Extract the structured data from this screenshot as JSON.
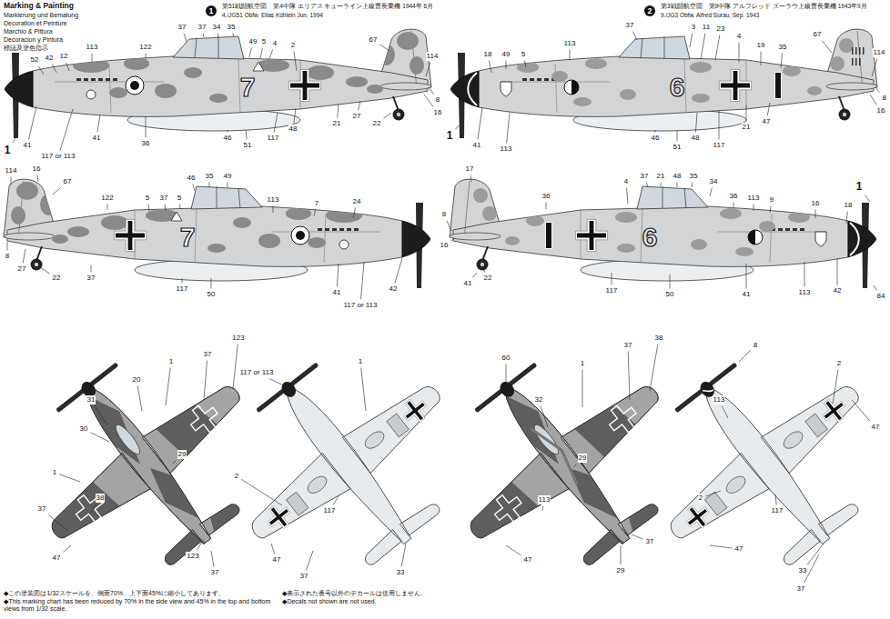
{
  "diagram": {
    "title": "Marking & Painting",
    "labels": [
      "Markierung und Bemalung",
      "Decoration et Peinture",
      "Marchio & Pittura",
      "Decoracion y Pintura",
      "標誌及塗色指示",
      "1",
      "第51戦闘航空団　第4中隊 エリアス キューライン上級曹長乗機 1944年 6月",
      "4./JG51 Obfw. Elias Kühlein Jun. 1994",
      "2",
      "第3戦闘航空団　第9中隊 アルフレッド ズーラウ上級曹長乗機 1943年9月",
      "9./JG3 Obfw. Alfred Surau, Sep. 1943",
      "◆この塗装図は1/32スケールを、側面70%、上下面45%に縮小してあります。",
      "◆This marking chart has been reduced by 70% in the side view and 45% in the top and bottom views from 1/32 scale.",
      "◆表示された番号以外のデカールは使用しません。",
      "◆Decals not shown are not used.",
      "7",
      "7",
      "6",
      "6",
      "113",
      "122",
      "37",
      "37",
      "34",
      "35",
      "49",
      "5",
      "4",
      "2",
      "67",
      "114",
      "8",
      "16",
      "1",
      "52",
      "42",
      "12",
      "41",
      "117 or 113",
      "41",
      "36",
      "46",
      "51",
      "117",
      "48",
      "21",
      "27",
      "22",
      "16",
      "67",
      "114",
      "122",
      "5",
      "37",
      "5",
      "46",
      "35",
      "49",
      "113",
      "7",
      "24",
      "8",
      "27",
      "22",
      "37",
      "117",
      "50",
      "41",
      "117 or 113",
      "42",
      "18",
      "49",
      "5",
      "113",
      "37",
      "3",
      "11",
      "23",
      "4",
      "19",
      "35",
      "67",
      "114",
      "8",
      "16",
      "1",
      "41",
      "113",
      "46",
      "51",
      "48",
      "117",
      "21",
      "47",
      "17",
      "8",
      "16",
      "36",
      "4",
      "37",
      "21",
      "48",
      "35",
      "34",
      "36",
      "113",
      "9",
      "16",
      "18",
      "1",
      "84",
      "41",
      "113",
      "42",
      "117",
      "50",
      "22",
      "41",
      "123",
      "37",
      "1",
      "20",
      "31",
      "30",
      "29",
      "1",
      "38",
      "37",
      "47",
      "123",
      "37",
      "117 or 113",
      "1",
      "2",
      "117",
      "47",
      "37",
      "33",
      "60",
      "37",
      "38",
      "1",
      "32",
      "29",
      "113",
      "47",
      "37",
      "29",
      "8",
      "2",
      "113",
      "2",
      "117",
      "47",
      "47",
      "33",
      "37"
    ]
  }
}
